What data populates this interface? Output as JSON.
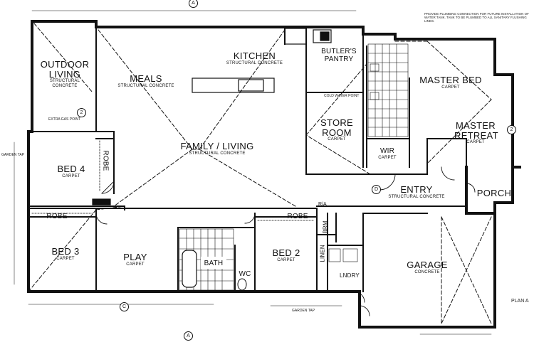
{
  "top_note": "PROVIDE PLUMBING CONNECTION FOR FUTURE INSTALLATION OF WATER TANK. TANK TO BE PLUMBED TO ALL SANITARY FLUSHING LINES.",
  "section_marks": {
    "top": "A",
    "bottom": "A"
  },
  "grid_marks": {
    "left": "2",
    "right": "2",
    "mid": "D",
    "lower": "C"
  },
  "rooms": {
    "outdoor_living": {
      "name": "OUTDOOR LIVING",
      "finish": "STRUCTURAL CONCRETE"
    },
    "meals": {
      "name": "MEALS",
      "finish": "STRUCTURAL CONCRETE"
    },
    "kitchen": {
      "name": "KITCHEN",
      "finish": "STRUCTURAL CONCRETE"
    },
    "butlers_pantry": {
      "name": "BUTLER'S PANTRY"
    },
    "master_bed": {
      "name": "MASTER BED",
      "finish": "CARPET"
    },
    "master_retreat": {
      "name": "MASTER RETREAT",
      "finish": "CARPET"
    },
    "store_room": {
      "name": "STORE ROOM",
      "finish": "CARPET"
    },
    "wir": {
      "name": "WIR",
      "finish": "CARPET"
    },
    "family_living": {
      "name": "FAMILY / LIVING",
      "finish": "STRUCTURAL CONCRETE"
    },
    "bed4": {
      "name": "BED 4",
      "finish": "CARPET"
    },
    "robe_bed4": {
      "name": "ROBE"
    },
    "entry": {
      "name": "ENTRY",
      "finish": "STRUCTURAL CONCRETE"
    },
    "porch": {
      "name": "PORCH"
    },
    "robe_bed3": {
      "name": "ROBE"
    },
    "bed3": {
      "name": "BED 3",
      "finish": "CARPET"
    },
    "play": {
      "name": "PLAY",
      "finish": "CARPET"
    },
    "bath": {
      "name": "BATH"
    },
    "wc": {
      "name": "WC"
    },
    "robe_bed2": {
      "name": "ROBE"
    },
    "bed2": {
      "name": "BED 2",
      "finish": "CARPET"
    },
    "linen": {
      "name": "LINEN"
    },
    "brm": {
      "name": "BRM"
    },
    "lndry": {
      "name": "LNDRY"
    },
    "garage": {
      "name": "GARAGE",
      "finish": "CONCRETE"
    }
  },
  "notes": {
    "gas": "EXTRA GAS POINT",
    "garden_tap_left": "GARDEN TAP",
    "garden_tap_bottom": "GARDEN TAP",
    "cold_water": "COLD WATER POINT",
    "ra": "R/A",
    "plan_label": "PLAN A"
  }
}
